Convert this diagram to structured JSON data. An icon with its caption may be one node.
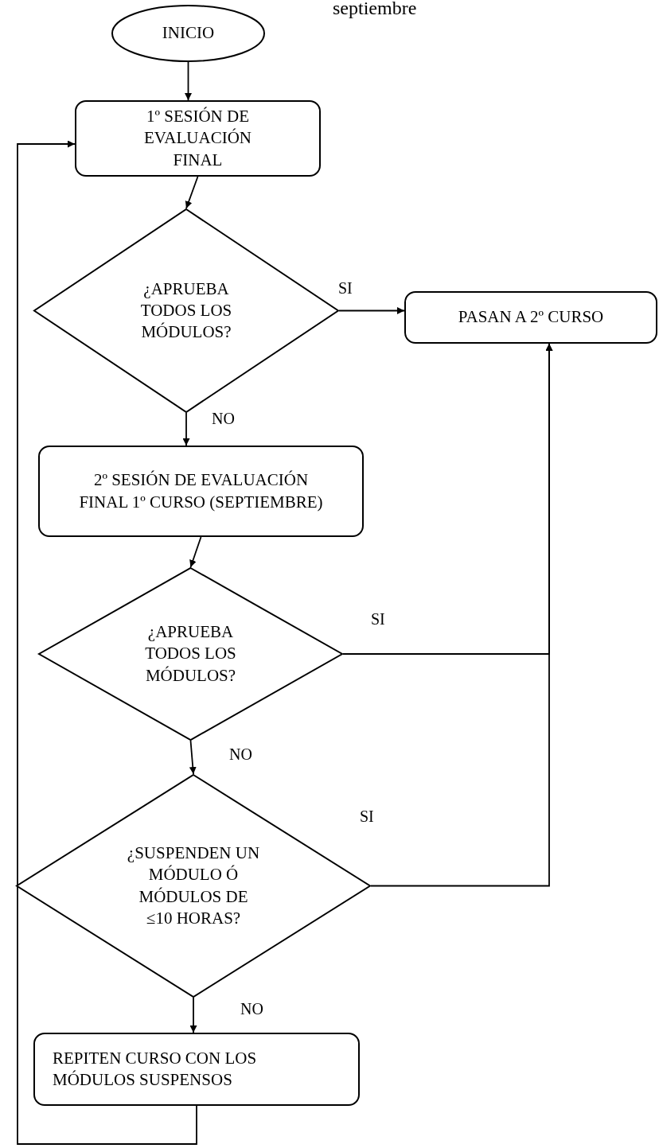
{
  "diagram": {
    "nodes": [
      {
        "text": [
          "INICIO"
        ]
      },
      {
        "text": [
          "1º SESIÓN DE EVALUACIÓN FINAL"
        ]
      },
      {
        "text": [
          "¿APRUEBA TODOS LOS MÓDULOS?"
        ]
      },
      {
        "text": [
          "PASAN A 2º CURSO"
        ]
      },
      {
        "text": [
          "2º SESIÓN DE EVALUACIÓN FINAL 1º CURSO (SEPTIEMBRE)"
        ]
      },
      {
        "text": [
          "¿APRUEBA TODOS LOS MÓDULOS?"
        ]
      },
      {
        "text": [
          "¿SUSPENDEN UN MÓDULO Ó MÓDULOS DE ≤10 HORAS?"
        ]
      },
      {
        "text": [
          "REPITEN CURSO CON LOS MÓDULOS SUSPENSOS"
        ]
      }
    ],
    "edges": [
      {
        "from": 0,
        "to": 1,
        "arrow": "to"
      },
      {
        "from": 1,
        "to": 2,
        "arrow": "to"
      },
      {
        "from": 2,
        "to": 3,
        "arrow": "to",
        "label": "SI"
      },
      {
        "from": 2,
        "to": 4,
        "arrow": "to",
        "label": "NO"
      },
      {
        "from": 4,
        "to": 5,
        "arrow": "to"
      },
      {
        "from": 5,
        "to": 3,
        "arrow": "to",
        "label": "SI"
      },
      {
        "from": 5,
        "to": 6,
        "arrow": "to",
        "label": "NO"
      },
      {
        "from": 6,
        "to": 3,
        "arrow": "to",
        "label": "SI"
      },
      {
        "from": 6,
        "to": 7,
        "arrow": "to",
        "label": "NO"
      },
      {
        "from": 7,
        "to": 1,
        "arrow": "to"
      }
    ],
    "labels": [
      "septiembre"
    ]
  }
}
